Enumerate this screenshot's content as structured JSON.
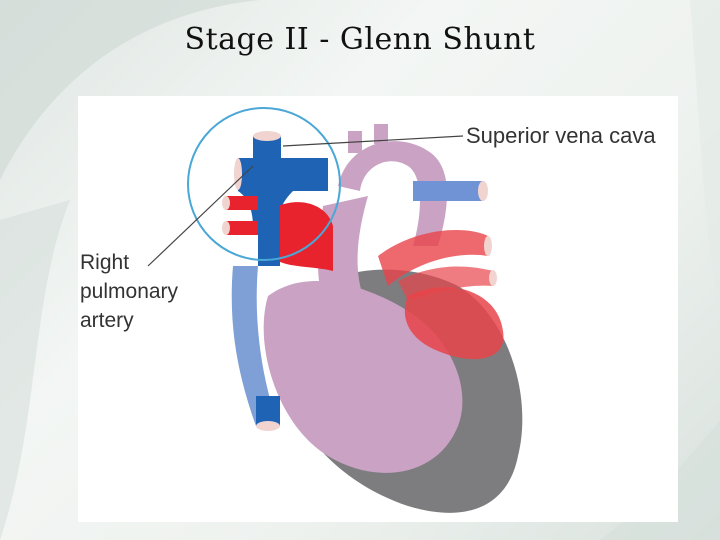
{
  "slide": {
    "title": "Stage II - Glenn Shunt"
  },
  "diagram": {
    "labels": {
      "superior_vena_cava": "Superior vena cava",
      "right_pulmonary_artery_lines": [
        "Right",
        "pulmonary",
        "artery"
      ]
    },
    "colors": {
      "deoxygenated_blue": "#1e63b4",
      "oxygenated_red": "#e8232d",
      "heart_muscle_gray": "#7d7d80",
      "vessel_pink": "#caa3c4",
      "highlight_circle": "#4aa7d6"
    }
  }
}
